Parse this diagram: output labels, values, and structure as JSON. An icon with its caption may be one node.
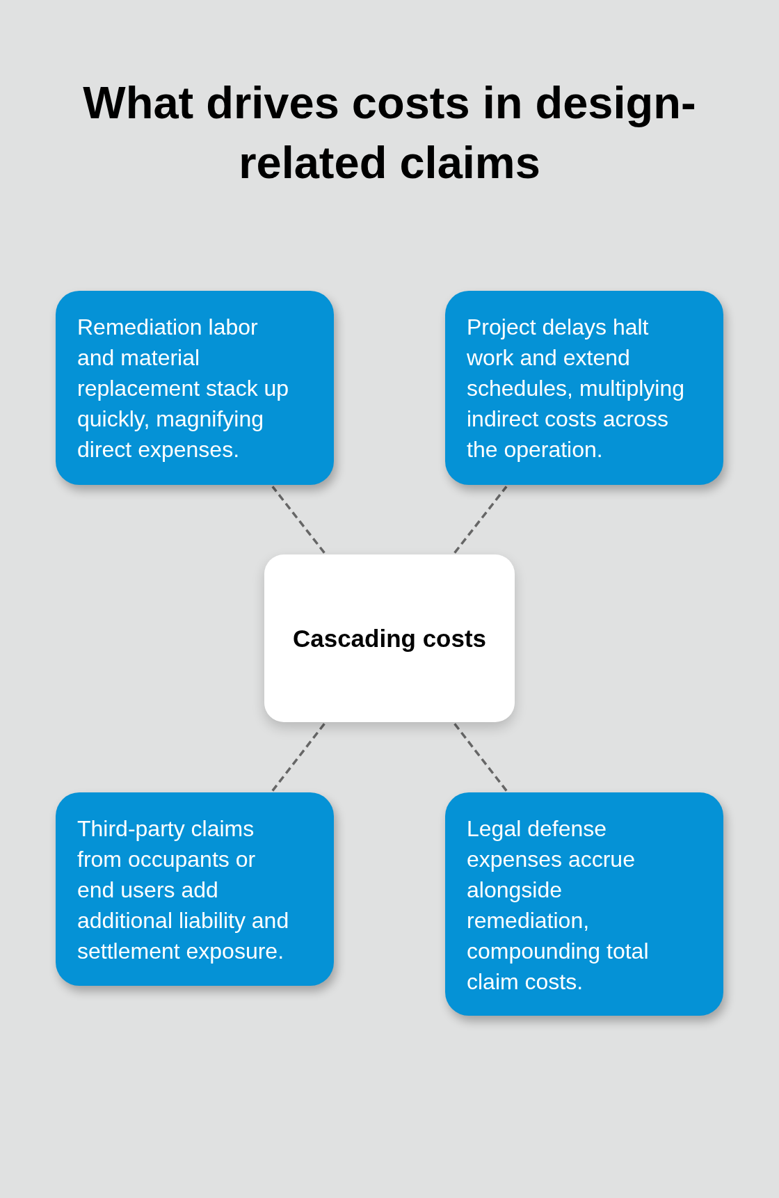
{
  "diagram": {
    "title": "What drives costs in design-related claims",
    "nodes": [
      {
        "text": [
          "Remediation labor and material replacement stack up quickly, magnifying direct expenses."
        ]
      },
      {
        "text": [
          "Project delays halt work and extend schedules, multiplying indirect costs across the operation."
        ]
      },
      {
        "text": [
          "Cascading costs"
        ]
      },
      {
        "text": [
          "Third-party claims from occupants or end users add additional liability and settlement exposure."
        ]
      },
      {
        "text": [
          "Legal defense expenses accrue alongside remediation, compounding total claim costs."
        ]
      }
    ],
    "edges": [
      {
        "from": 2,
        "to": 0,
        "arrow": "none",
        "style": "dashed"
      },
      {
        "from": 2,
        "to": 1,
        "arrow": "none",
        "style": "dashed"
      },
      {
        "from": 2,
        "to": 3,
        "arrow": "none",
        "style": "dashed"
      },
      {
        "from": 2,
        "to": 4,
        "arrow": "none",
        "style": "dashed"
      }
    ]
  }
}
